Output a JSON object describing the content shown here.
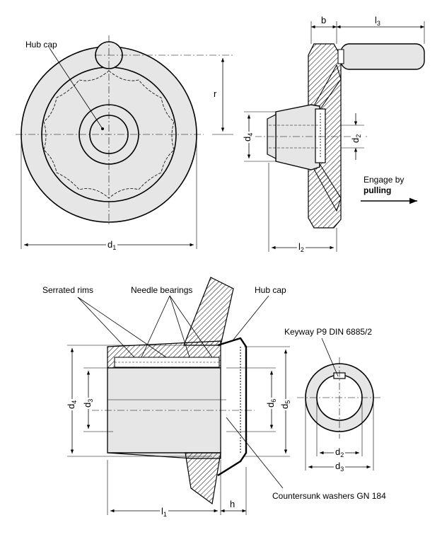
{
  "labels": {
    "hub_cap_top": "Hub cap",
    "hub_cap_section": "Hub cap",
    "serrated_rims": "Serrated rims",
    "needle_bearings": "Needle bearings",
    "keyway": "Keyway P9 DIN 6885/2",
    "countersunk": "Countersunk washers GN 184",
    "engage_line1": "Engage by",
    "engage_line2": "pulling"
  },
  "dimensions": {
    "b": "b",
    "l3_base": "l",
    "l3_sub": "3",
    "r": "r",
    "d1_base": "d",
    "d1_sub": "1",
    "d4_base": "d",
    "d4_sub": "4",
    "d2_base": "d",
    "d2_sub": "2",
    "l2_base": "l",
    "l2_sub": "2",
    "d4s_base": "d",
    "d4s_sub": "4",
    "d3s_base": "d",
    "d3s_sub": "3",
    "d6_base": "d",
    "d6_sub": "6",
    "d5_base": "d",
    "d5_sub": "5",
    "l1_base": "l",
    "l1_sub": "1",
    "h": "h",
    "d2k_base": "d",
    "d2k_sub": "2",
    "d3k_base": "d",
    "d3k_sub": "3"
  }
}
